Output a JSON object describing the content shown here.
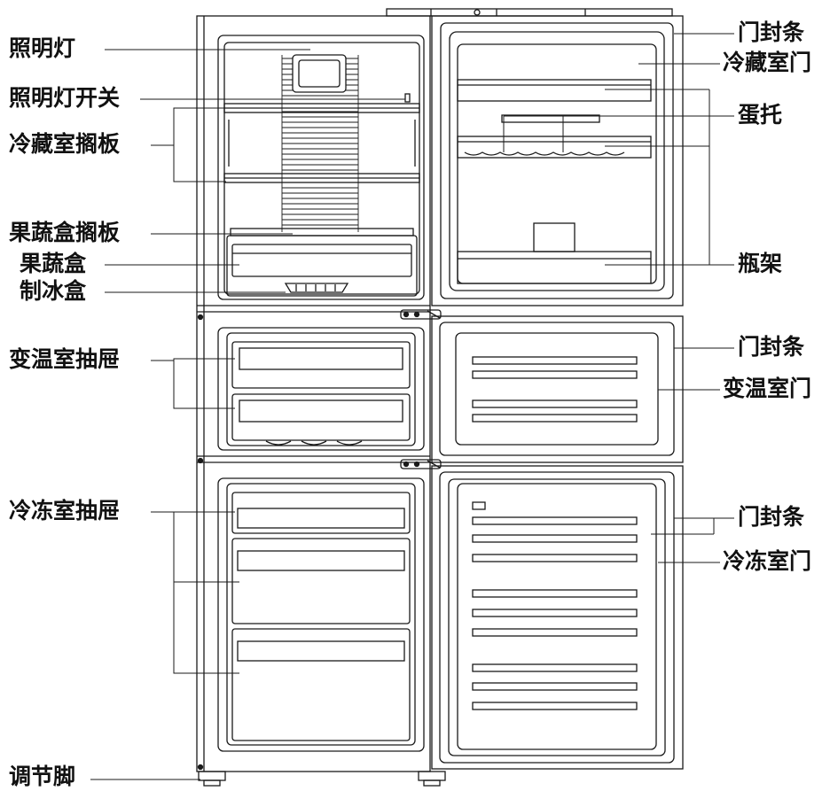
{
  "labels": {
    "lighting": "照明灯",
    "light_switch": "照明灯开关",
    "fridge_shelf": "冷藏室搁板",
    "crisper_shelf": "果蔬盒搁板",
    "crisper": "果蔬盒",
    "ice_box": "制冰盒",
    "variable_drawer": "变温室抽屉",
    "freezer_drawer": "冷冻室抽屉",
    "feet": "调节脚",
    "gasket_1": "门封条",
    "fridge_door": "冷藏室门",
    "egg_tray": "蛋托",
    "bottle_rack": "瓶架",
    "gasket_2": "门封条",
    "variable_door": "变温室门",
    "gasket_3": "门封条",
    "freezer_door": "冷冻室门"
  },
  "colors": {
    "line": "#1a1a1a",
    "text": "#111111",
    "background": "#ffffff"
  }
}
